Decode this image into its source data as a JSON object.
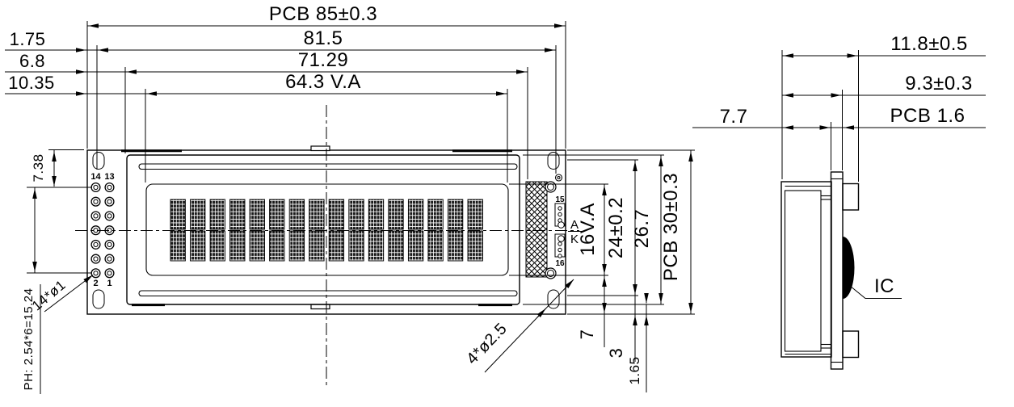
{
  "drawing": {
    "front": {
      "dims_top": {
        "pcb_width": "PCB 85±0.3",
        "mount_span": "81.5",
        "bezel_width": "71.29",
        "viewing_width": "64.3 V.A"
      },
      "dims_left": {
        "pin_col_offset": "1.75",
        "bezel_offset": "6.8",
        "viewing_offset": "10.35",
        "first_pin_offset": "7.38",
        "pin_pitch": "PH: 2.54*6=15.24",
        "pin_hole": "14*ø1"
      },
      "dims_right": {
        "viewing_height": "16V.A",
        "window_height": "24±0.2",
        "bezel_height": "26.7",
        "pcb_height": "PCB 30±0.3",
        "lower_gap": "7",
        "tab_gap": "3",
        "edge_gap": "1.65"
      },
      "callout_mount_hole": "4*ø2.5",
      "pins": {
        "p14": "14",
        "p13": "13",
        "p2": "2",
        "p1": "1",
        "p15": "15",
        "p16": "16",
        "anode": "A",
        "cathode": "K"
      }
    },
    "side": {
      "total_thickness": "11.8±0.5",
      "module_thickness": "9.3±0.3",
      "pcb_thickness": "PCB 1.6",
      "front_thickness": "7.7",
      "ic_label": "IC"
    }
  }
}
